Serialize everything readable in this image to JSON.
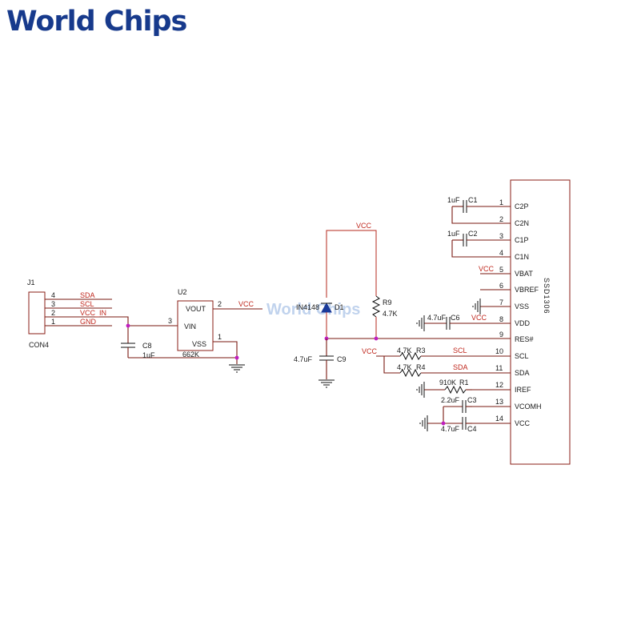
{
  "brand": {
    "logo_first": "World",
    "logo_second": "Chips",
    "watermark": "World Chips"
  },
  "connector": {
    "ref": "J1",
    "value": "CON4",
    "pins": [
      {
        "num": "4",
        "net": "SDA"
      },
      {
        "num": "3",
        "net": "SCL"
      },
      {
        "num": "2",
        "net": "VCC_IN"
      },
      {
        "num": "1",
        "net": "GND"
      }
    ]
  },
  "regulator": {
    "ref": "U2",
    "value": "662K",
    "pins": [
      {
        "num": "2",
        "name": "VOUT"
      },
      {
        "num": "3",
        "name": "VIN"
      },
      {
        "num": "1",
        "name": "VSS"
      }
    ],
    "out_net": "VCC"
  },
  "c8": {
    "ref": "C8",
    "value": "1uF"
  },
  "diode": {
    "ref": "D1",
    "value": "IN4148"
  },
  "r9": {
    "ref": "R9",
    "value": "4.7K"
  },
  "c9": {
    "ref": "C9",
    "value": "4.7uF"
  },
  "vcc_top": "VCC",
  "chip": {
    "name": "SSD1306",
    "pins": [
      {
        "num": "1",
        "name": "C2P"
      },
      {
        "num": "2",
        "name": "C2N"
      },
      {
        "num": "3",
        "name": "C1P"
      },
      {
        "num": "4",
        "name": "C1N"
      },
      {
        "num": "5",
        "name": "VBAT"
      },
      {
        "num": "6",
        "name": "VBREF"
      },
      {
        "num": "7",
        "name": "VSS"
      },
      {
        "num": "8",
        "name": "VDD"
      },
      {
        "num": "9",
        "name": "RES#"
      },
      {
        "num": "10",
        "name": "SCL"
      },
      {
        "num": "11",
        "name": "SDA"
      },
      {
        "num": "12",
        "name": "IREF"
      },
      {
        "num": "13",
        "name": "VCOMH"
      },
      {
        "num": "14",
        "name": "VCC"
      }
    ]
  },
  "c1": {
    "ref": "C1",
    "value": "1uF"
  },
  "c2": {
    "ref": "C2",
    "value": "1uF"
  },
  "vbat_net": "VCC",
  "c6": {
    "ref": "C6",
    "value": "4.7uF"
  },
  "vdd_net": "VCC",
  "r3": {
    "ref": "R3",
    "value": "4.7K"
  },
  "r4": {
    "ref": "R4",
    "value": "4.7K"
  },
  "pullup_net": "VCC",
  "scl_net": "SCL",
  "sda_net": "SDA",
  "r1": {
    "ref": "R1",
    "value": "910K"
  },
  "c3": {
    "ref": "C3",
    "value": "2.2uF"
  },
  "c4": {
    "ref": "C4",
    "value": "4.7uF"
  }
}
